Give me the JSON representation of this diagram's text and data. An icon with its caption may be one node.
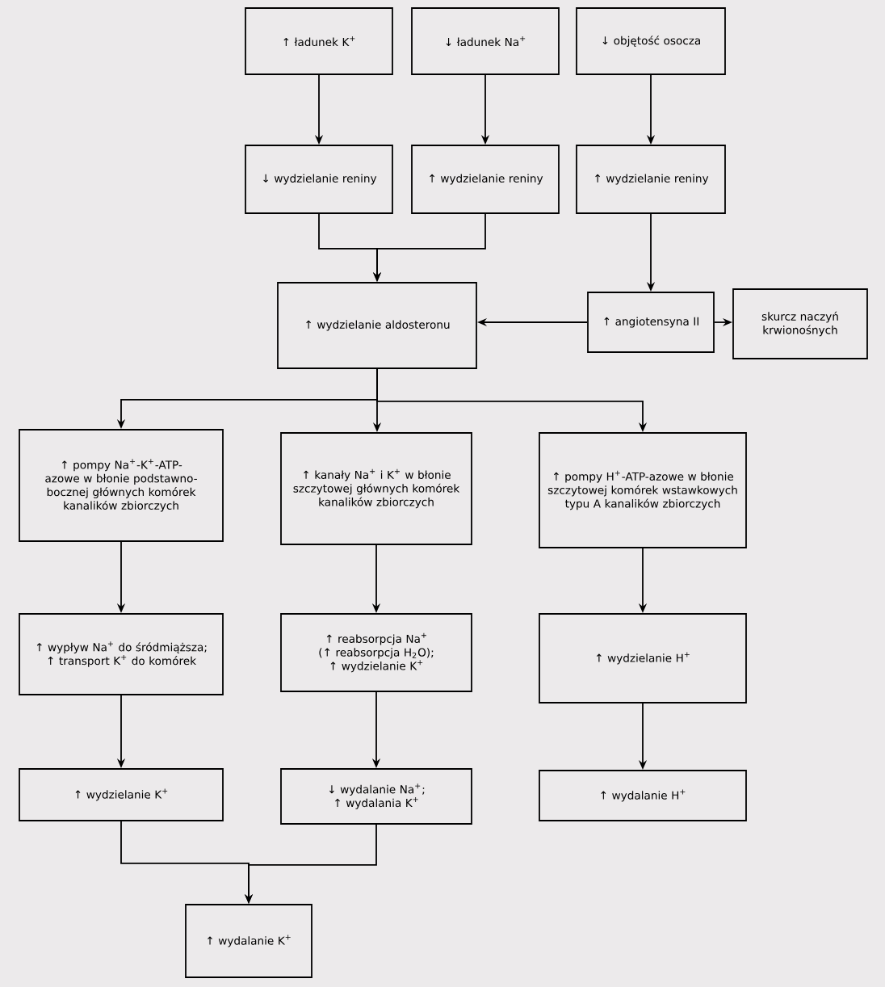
{
  "diagram": {
    "nodes": [
      {
        "text": [
          "↑ ładunek K$^{+}$"
        ]
      },
      {
        "text": [
          "↓ ładunek Na$^{+}$"
        ]
      },
      {
        "text": [
          "↓ objętość osocza"
        ]
      },
      {
        "text": [
          "↓ wydzielanie reniny"
        ]
      },
      {
        "text": [
          "↑ wydzielanie reniny"
        ]
      },
      {
        "text": [
          "↑ wydzielanie reniny"
        ]
      },
      {
        "text": [
          "↑ wydzielanie aldosteronu"
        ]
      },
      {
        "text": [
          "↑ angiotensyna II"
        ]
      },
      {
        "text": [
          "skurcz naczyń krwionośnych"
        ]
      },
      {
        "text": [
          "↑ pompy Na$^{+}$-K$^{+}$-ATP-azowe w błonie podstawno-bocznej głównych komórek kanalików zbiorczych"
        ]
      },
      {
        "text": [
          "↑ kanały Na$^{+}$ i K$^{+}$ w błonie szczytowej głównych komórek kanalików zbiorczych"
        ]
      },
      {
        "text": [
          "↑ pompy H$^{+}$-ATP-azowe w błonie szczytowej komórek wstawkowych typu A kanalików zbiorczych"
        ]
      },
      {
        "text": [
          "↑ wypływ Na$^{+}$ do śródmiąższa; ↑ transport K$^{+}$ do komórek"
        ]
      },
      {
        "text": [
          "↑ reabsorpcja Na$^{+}$ (↑ reabsorpcja H$_{2}$O); ↑ wydzielanie K$^{+}$"
        ]
      },
      {
        "text": [
          "↑ wydzielanie H$^{+}$"
        ]
      },
      {
        "text": [
          "↑ wydzielanie K$^{+}$"
        ]
      },
      {
        "text": [
          "↓ wydalanie Na$^{+}$; ↑ wydalania K$^{+}$"
        ]
      },
      {
        "text": [
          "↑ wydalanie H$^{+}$"
        ]
      },
      {
        "text": [
          "↑ wydalanie K$^{+}$"
        ]
      }
    ],
    "edges": [
      {
        "from": 0,
        "to": 3,
        "arrow": "to"
      },
      {
        "from": 1,
        "to": 4,
        "arrow": "to"
      },
      {
        "from": 2,
        "to": 5,
        "arrow": "to"
      },
      {
        "from": 3,
        "to": 6,
        "arrow": "to"
      },
      {
        "from": 4,
        "to": 6,
        "arrow": "to"
      },
      {
        "from": 5,
        "to": 7,
        "arrow": "to"
      },
      {
        "from": 7,
        "to": 6,
        "arrow": "to"
      },
      {
        "from": 7,
        "to": 8,
        "arrow": "to"
      },
      {
        "from": 6,
        "to": 9,
        "arrow": "to"
      },
      {
        "from": 6,
        "to": 10,
        "arrow": "to"
      },
      {
        "from": 6,
        "to": 11,
        "arrow": "to"
      },
      {
        "from": 9,
        "to": 12,
        "arrow": "to"
      },
      {
        "from": 10,
        "to": 13,
        "arrow": "to"
      },
      {
        "from": 11,
        "to": 14,
        "arrow": "to"
      },
      {
        "from": 12,
        "to": 15,
        "arrow": "to"
      },
      {
        "from": 13,
        "to": 16,
        "arrow": "to"
      },
      {
        "from": 14,
        "to": 17,
        "arrow": "to"
      },
      {
        "from": 15,
        "to": 18,
        "arrow": "to"
      },
      {
        "from": 16,
        "to": 18,
        "arrow": "to"
      }
    ]
  }
}
